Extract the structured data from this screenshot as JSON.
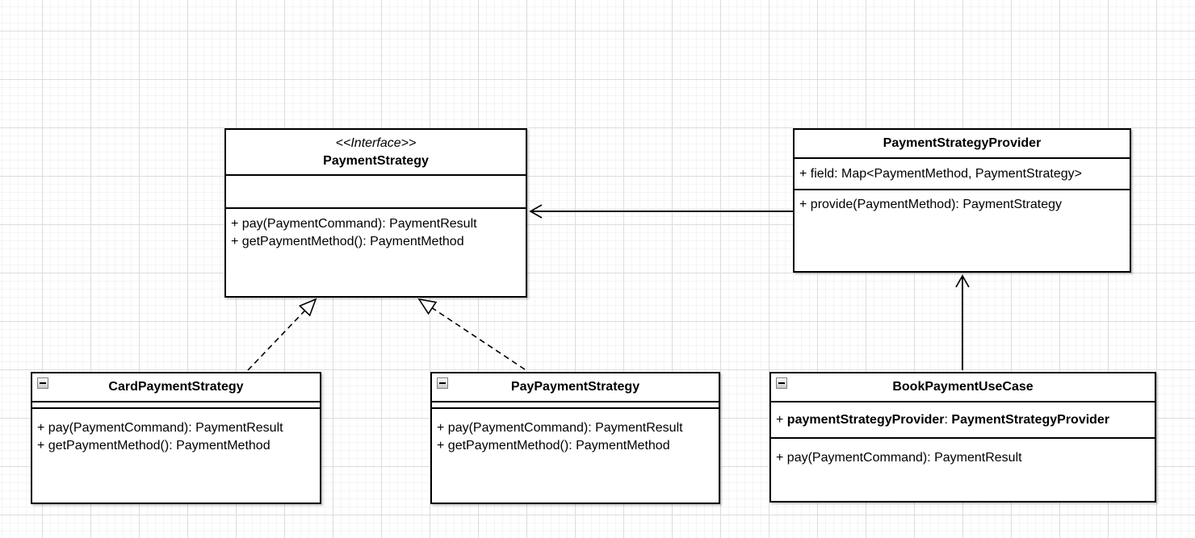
{
  "canvas": {
    "background": "#ffffff",
    "grid_minor_color": "#f4f4f4",
    "grid_major_color": "#dcdcdc",
    "line_color": "#000000",
    "box_fill": "#ffffff"
  },
  "icons": {
    "collapse": "minus-square-icon"
  },
  "classes": {
    "interface": {
      "stereotype": "<<Interface>>",
      "name": "PaymentStrategy",
      "fields": [],
      "methods": [
        "+ pay(PaymentCommand): PaymentResult",
        "+ getPaymentMethod(): PaymentMethod"
      ]
    },
    "provider": {
      "name": "PaymentStrategyProvider",
      "fields": [
        "+ field: Map<PaymentMethod, PaymentStrategy>"
      ],
      "methods": [
        "+ provide(PaymentMethod): PaymentStrategy"
      ]
    },
    "card": {
      "name": "CardPaymentStrategy",
      "fields": [],
      "methods": [
        "+ pay(PaymentCommand): PaymentResult",
        "+ getPaymentMethod(): PaymentMethod"
      ]
    },
    "pay": {
      "name": "PayPaymentStrategy",
      "fields": [],
      "methods": [
        "+ pay(PaymentCommand): PaymentResult",
        "+ getPaymentMethod(): PaymentMethod"
      ]
    },
    "book": {
      "name": "BookPaymentUseCase",
      "field_plus": "+ ",
      "field_name": "paymentStrategyProvider",
      "field_colon": ": ",
      "field_type": "PaymentStrategyProvider",
      "methods": [
        "+ pay(PaymentCommand): PaymentResult"
      ]
    }
  },
  "relations": [
    {
      "from": "CardPaymentStrategy",
      "to": "PaymentStrategy",
      "type": "realization",
      "line": "dashed",
      "arrowhead": "hollow-triangle"
    },
    {
      "from": "PayPaymentStrategy",
      "to": "PaymentStrategy",
      "type": "realization",
      "line": "dashed",
      "arrowhead": "hollow-triangle"
    },
    {
      "from": "PaymentStrategyProvider",
      "to": "PaymentStrategy",
      "type": "directed-association",
      "line": "solid",
      "arrowhead": "open"
    },
    {
      "from": "BookPaymentUseCase",
      "to": "PaymentStrategyProvider",
      "type": "directed-association",
      "line": "solid",
      "arrowhead": "open"
    }
  ]
}
